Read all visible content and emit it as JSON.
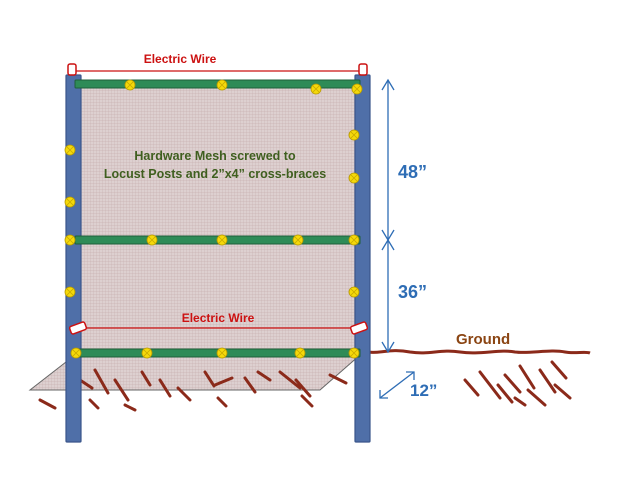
{
  "labels": {
    "top_wire": "Electric Wire",
    "bottom_wire": "Electric Wire",
    "mesh_line1": "Hardware Mesh screwed to",
    "mesh_line2": "Locust Posts and 2”x4” cross-braces",
    "upper_height": "48”",
    "lower_height": "36”",
    "ground": "Ground",
    "depth": "12”"
  },
  "colors": {
    "post": "#4f6fa8",
    "post_edge": "#3a558a",
    "brace": "#2e8b57",
    "brace_edge": "#1f5f3a",
    "screw": "#f5d90a",
    "mesh": "#d9c9c9",
    "wire": "#cc1111",
    "dimension": "#2e6db5",
    "ground_line": "#8b2a1a",
    "ground_label": "#8b4513",
    "mesh_label": "#3f5f1f"
  }
}
